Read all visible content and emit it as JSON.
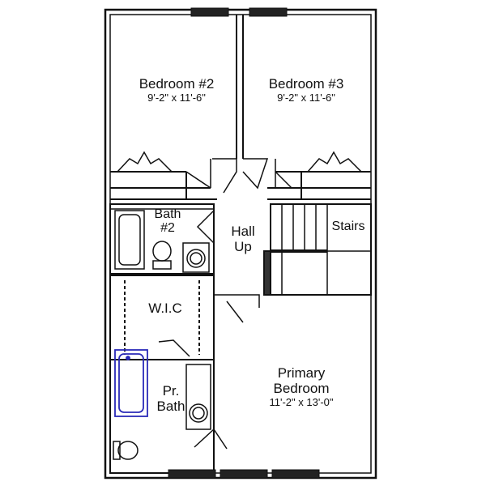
{
  "rooms": {
    "bedroom2": {
      "name": "Bedroom #2",
      "dims": "9'-2\" x 11'-6\""
    },
    "bedroom3": {
      "name": "Bedroom #3",
      "dims": "9'-2\" x 11'-6\""
    },
    "bath2": {
      "line1": "Bath",
      "line2": "#2"
    },
    "hall": {
      "line1": "Hall",
      "line2": "Up"
    },
    "stairs": {
      "name": "Stairs"
    },
    "wic": {
      "name": "W.I.C"
    },
    "primary_bedroom": {
      "line1": "Primary",
      "line2": "Bedroom",
      "dims": "11'-2\" x 13'-0\""
    },
    "primary_bath": {
      "line1": "Pr.",
      "line2": "Bath"
    }
  },
  "colors": {
    "walls": "#111111",
    "highlight_tub": "#2a2ab8",
    "background": "#ffffff"
  }
}
